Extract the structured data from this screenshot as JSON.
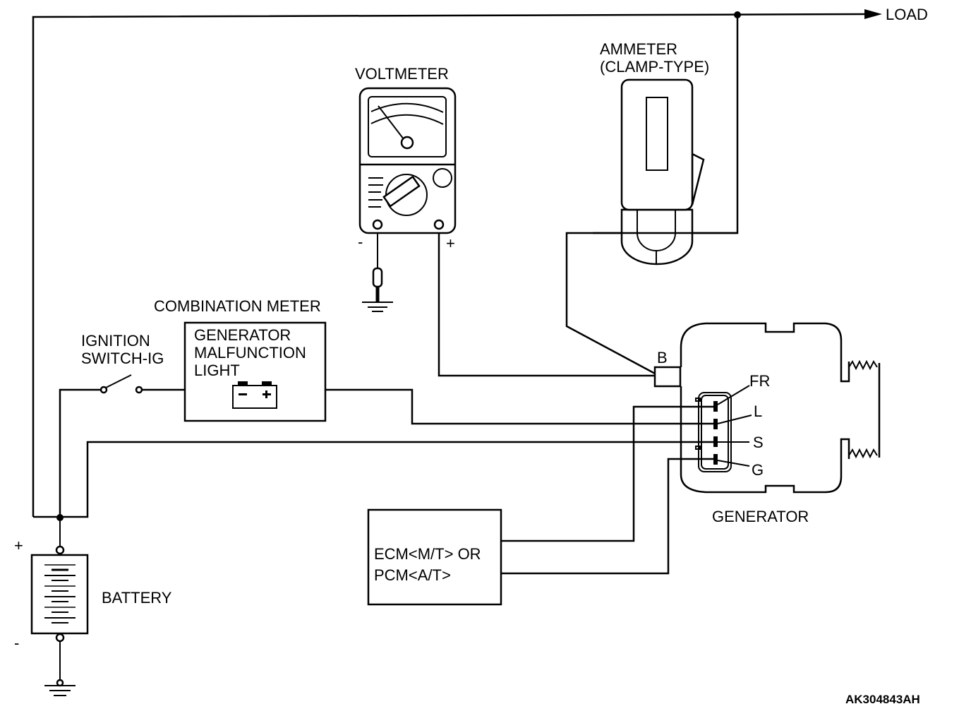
{
  "labels": {
    "load": "LOAD",
    "ammeter_line1": "AMMETER",
    "ammeter_line2": "(CLAMP-TYPE)",
    "voltmeter": "VOLTMETER",
    "volt_minus": "-",
    "volt_plus": "+",
    "combination_meter": "COMBINATION METER",
    "warning_line1": "GENERATOR",
    "warning_line2": "MALFUNCTION",
    "warning_line3": "LIGHT",
    "ignition_line1": "IGNITION",
    "ignition_line2": "SWITCH-IG",
    "terminal_b": "B",
    "terminal_fr": "FR",
    "terminal_l": "L",
    "terminal_s": "S",
    "terminal_g": "G",
    "generator": "GENERATOR",
    "ecm_line1": "ECM<M/T> OR",
    "ecm_line2": "PCM<A/T>",
    "battery": "BATTERY",
    "battery_plus": "+",
    "battery_minus": "-",
    "figure_code": "AK304843AH"
  }
}
